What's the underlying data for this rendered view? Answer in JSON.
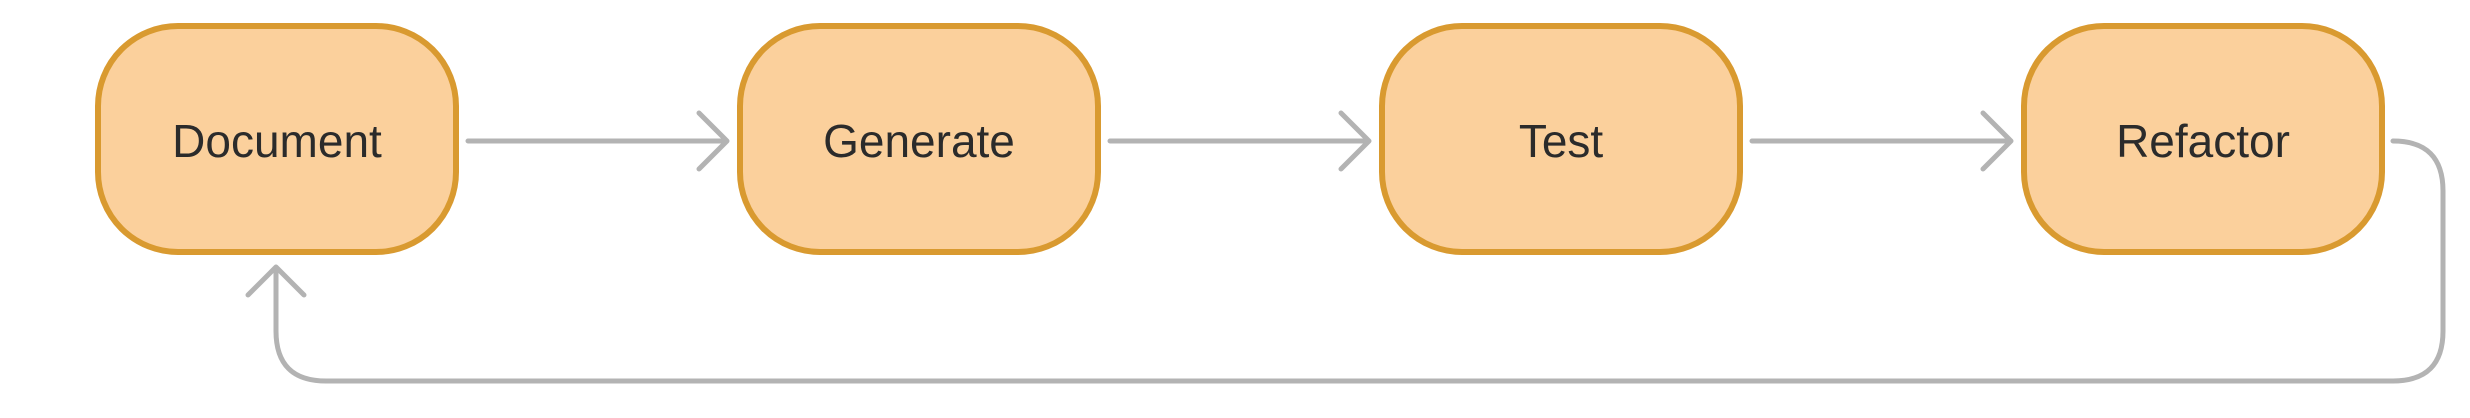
{
  "diagram": {
    "type": "flowchart-cycle",
    "nodes": [
      {
        "id": "document",
        "label": "Document"
      },
      {
        "id": "generate",
        "label": "Generate"
      },
      {
        "id": "test",
        "label": "Test"
      },
      {
        "id": "refactor",
        "label": "Refactor"
      }
    ],
    "edges": [
      {
        "from": "document",
        "to": "generate"
      },
      {
        "from": "generate",
        "to": "test"
      },
      {
        "from": "test",
        "to": "refactor"
      },
      {
        "from": "refactor",
        "to": "document"
      }
    ]
  },
  "colors": {
    "node_fill": "#fbd09c",
    "node_stroke": "#d99a30",
    "edge": "#b3b3b3",
    "text": "#2b2b2b"
  }
}
